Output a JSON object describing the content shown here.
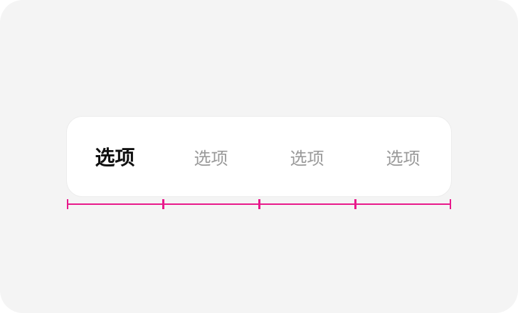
{
  "tabs": [
    {
      "label": "选项",
      "active": true
    },
    {
      "label": "选项",
      "active": false
    },
    {
      "label": "选项",
      "active": false
    },
    {
      "label": "选项",
      "active": false
    }
  ],
  "colors": {
    "accent_measure": "#e8198b",
    "active_text": "#111111",
    "inactive_text": "#9a9a9a"
  }
}
